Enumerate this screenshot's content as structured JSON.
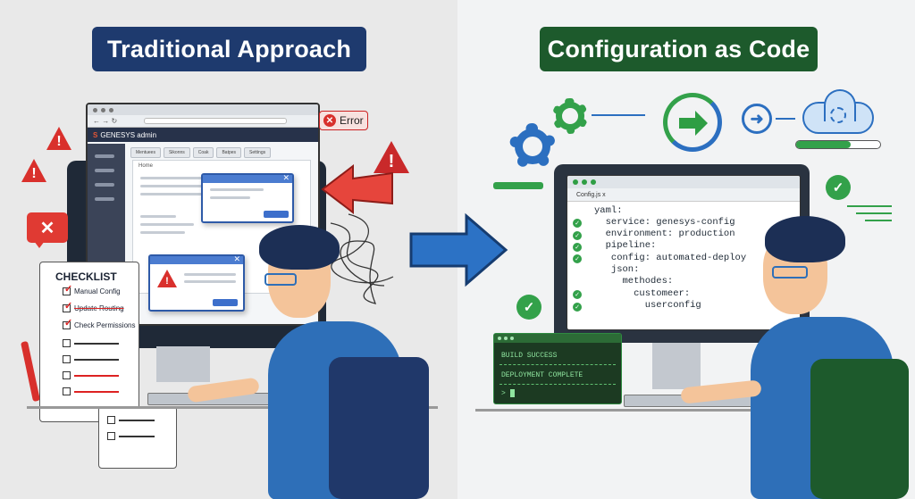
{
  "left": {
    "title": "Traditional Approach",
    "admin_header": "GENESYS admin",
    "tabs": [
      "Mentuees",
      "Sikonns",
      "Coak",
      "Batpes",
      "Settings"
    ],
    "card_label": "Home",
    "error_label": "Error",
    "checklist": {
      "title": "CHECKLIST",
      "items": [
        "Manual Config",
        "Update Routing",
        "Check Permissions"
      ]
    }
  },
  "right": {
    "title": "Configuration as Code",
    "file_tab": "Config.js x",
    "code_lines": [
      "yaml:",
      "  service: genesys-config",
      "  environment: production",
      "  pipeline:",
      "   config: automated-deploy",
      "   json:",
      "     methodes:",
      "       customeer:",
      "         userconfig"
    ],
    "terminal": [
      "BUILD SUCCESS",
      "DEPLOYMENT COMPLETE",
      ">"
    ]
  },
  "colors": {
    "left_badge": "#1e3a6e",
    "right_badge": "#1d5a2c",
    "error_red": "#d8302c",
    "success_green": "#33a14a",
    "arrow_blue": "#2c72c5"
  }
}
